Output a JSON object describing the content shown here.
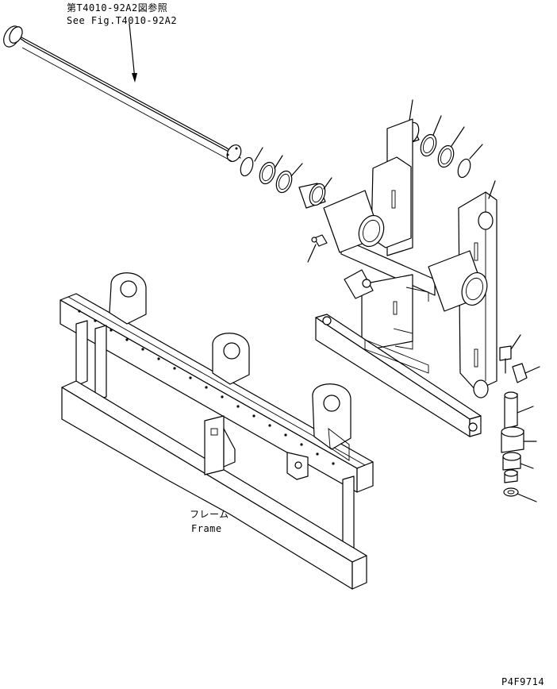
{
  "reference": {
    "jp": "第T4010-92A2図参照",
    "en": "See Fig.T4010-92A2"
  },
  "frame_label": {
    "jp": "フレーム",
    "en": "Frame"
  },
  "drawing_code": "P4F9714"
}
